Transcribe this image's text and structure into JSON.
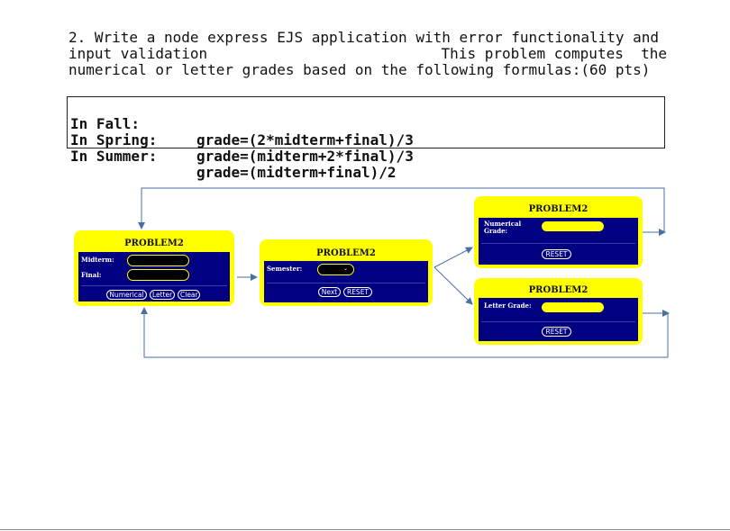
{
  "question": {
    "line1": "2. Write a node express EJS application with error functionality and",
    "line2_left": "input validation",
    "line2_right": "This problem computes  the",
    "line3": "numerical or letter grades based on the following formulas:(60 pts)"
  },
  "formulas": [
    {
      "label": "In Fall:",
      "expr": "grade=(2*midterm+final)/3"
    },
    {
      "label": "In Spring:",
      "expr": "grade=(midterm+2*final)/3"
    },
    {
      "label": "In Summer:",
      "expr": "grade=(midterm+final)/2"
    }
  ],
  "panel_input": {
    "title": "PROBLEM2",
    "midterm_label": "Midterm:",
    "final_label": "Final:",
    "buttons": [
      "Numerical",
      "Letter",
      "Clear"
    ]
  },
  "panel_semester": {
    "title": "PROBLEM2",
    "semester_label": "Semester:",
    "buttons": [
      "Next",
      "RESET"
    ]
  },
  "panel_numerical": {
    "title": "PROBLEM2",
    "label_line1": "Numerical",
    "label_line2": "Grade:",
    "button": "RESET"
  },
  "panel_letter": {
    "title": "PROBLEM2",
    "label": "Letter Grade:",
    "button": "RESET"
  },
  "colors": {
    "panel_frame": "#ffff00",
    "panel_body": "#000080",
    "arrow": "#4a6fa5"
  }
}
